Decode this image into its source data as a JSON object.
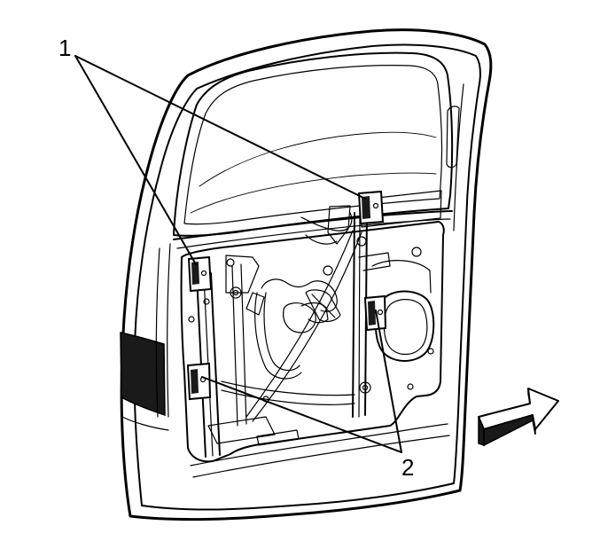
{
  "callouts": [
    {
      "id": "1",
      "label": "1"
    },
    {
      "id": "2",
      "label": "2"
    }
  ],
  "colors": {
    "line": "#000000",
    "background": "#ffffff",
    "shadow": "#1a1a1a"
  },
  "icons": [
    "front-direction-arrow-icon"
  ]
}
